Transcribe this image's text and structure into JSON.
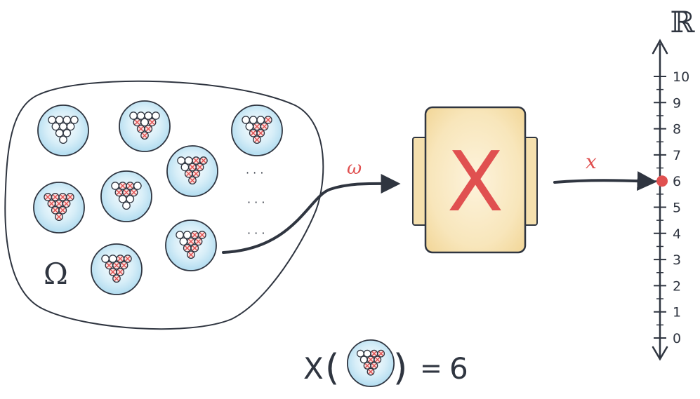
{
  "sample_space": {
    "label": "Ω",
    "ellipsis": [
      "· · ·",
      "· · ·",
      "· · ·"
    ]
  },
  "outcome_label": "ω",
  "function_box": {
    "label": "X"
  },
  "output_label": "x",
  "real_line": {
    "label": "ℝ",
    "ticks": [
      "0",
      "1",
      "2",
      "3",
      "4",
      "5",
      "6",
      "7",
      "8",
      "9",
      "10"
    ],
    "marked_value": 6
  },
  "equation": {
    "prefix": "X",
    "open": "(",
    "close": ")",
    "equals": "=",
    "value": "6"
  },
  "colors": {
    "ink": "#2f3540",
    "accent_red": "#e05050",
    "ball_fill": "#cfe9f5",
    "box_fill": "#f6e2b0"
  }
}
